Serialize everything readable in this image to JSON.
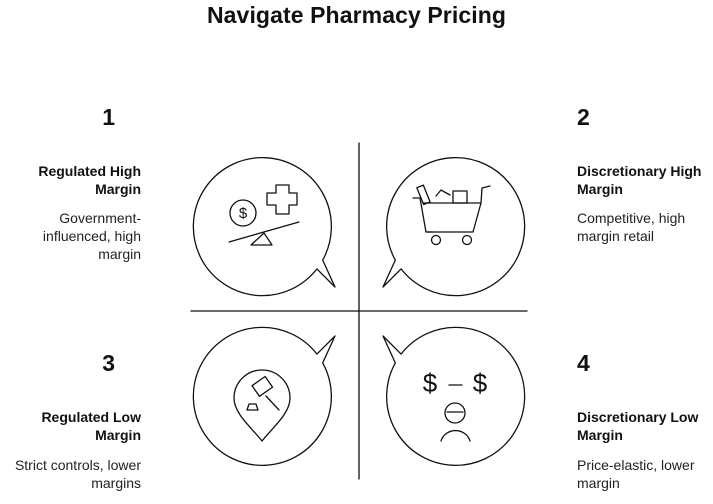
{
  "title": "Navigate Pharmacy Pricing",
  "quadrants": [
    {
      "number": "1",
      "heading": "Regulated High Margin",
      "description": "Government-influenced, high margin",
      "icon": "dollar-scale-medical-cross-icon"
    },
    {
      "number": "2",
      "heading": "Discretionary High Margin",
      "description": "Competitive, high margin retail",
      "icon": "shopping-cart-icon"
    },
    {
      "number": "3",
      "heading": "Regulated Low Margin",
      "description": "Strict controls, lower margins",
      "icon": "gavel-location-pin-icon"
    },
    {
      "number": "4",
      "heading": "Discretionary Low Margin",
      "description": "Price-elastic, lower margin",
      "icon": "person-dollar-comparison-icon"
    }
  ]
}
